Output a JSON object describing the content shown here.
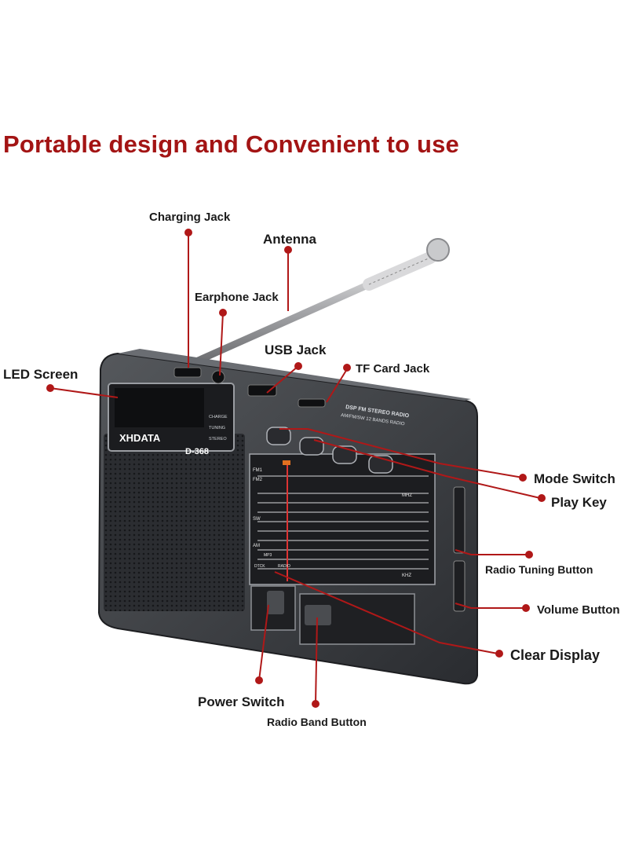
{
  "heading": "Portable design and Convenient to use",
  "callouts": {
    "charging_jack": "Charging Jack",
    "antenna": "Antenna",
    "earphone_jack": "Earphone Jack",
    "usb_jack": "USB Jack",
    "tf_card_jack": "TF Card Jack",
    "led_screen": "LED Screen",
    "mode_switch": "Mode Switch",
    "play_key": "Play Key",
    "radio_tuning_button": "Radio Tuning Button",
    "volume_button": "Volume Button",
    "clear_display": "Clear Display",
    "power_switch": "Power Switch",
    "radio_band_button": "Radio Band Button"
  },
  "device": {
    "brand": "XHDATA",
    "model": "D-368",
    "indicators": [
      "CHARGE",
      "TUNING",
      "STEREO"
    ],
    "top_print": "DSP FM STEREO RADIO",
    "top_print_2": "AM/FM/SW 12 BANDS RADIO",
    "dial_units": [
      "MHZ",
      "KHZ"
    ],
    "band_labels": [
      "FM1",
      "FM2",
      "SW",
      "AM",
      "MP3",
      "DTCK",
      "RADIO"
    ]
  },
  "colors": {
    "heading": "#a31414",
    "callout_line": "#b01818",
    "body": "#3a3c40"
  }
}
